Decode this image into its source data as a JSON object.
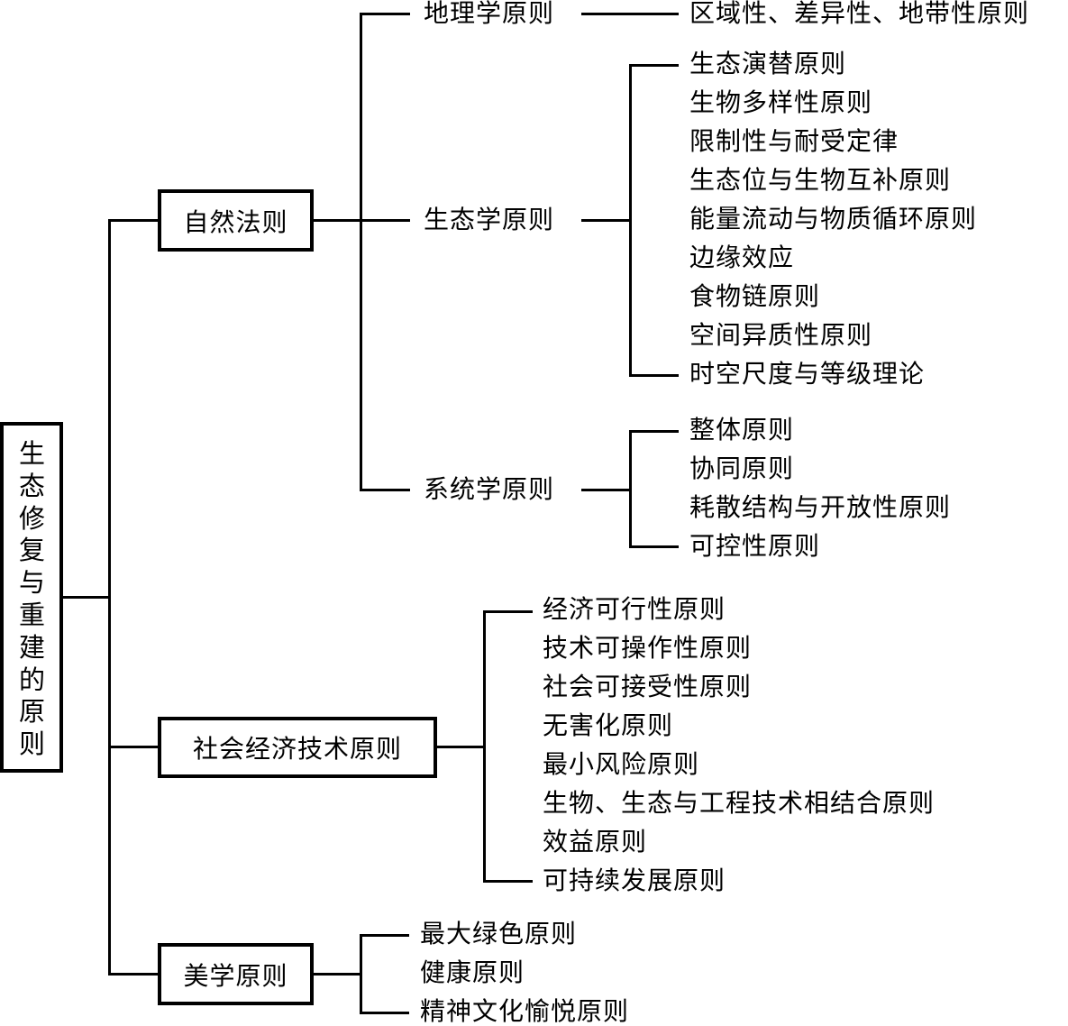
{
  "root": {
    "label": "生态修复与重建的原则"
  },
  "natural_law": {
    "label": "自然法则",
    "geography": {
      "label": "地理学原则",
      "detail": "区域性、差异性、地带性原则"
    },
    "ecology": {
      "label": "生态学原则",
      "items": [
        "生态演替原则",
        "生物多样性原则",
        "限制性与耐受定律",
        "生态位与生物互补原则",
        "能量流动与物质循环原则",
        "边缘效应",
        "食物链原则",
        "空间异质性原则",
        "时空尺度与等级理论"
      ]
    },
    "systems": {
      "label": "系统学原则",
      "items": [
        "整体原则",
        "协同原则",
        "耗散结构与开放性原则",
        "可控性原则"
      ]
    }
  },
  "socio_economic": {
    "label": "社会经济技术原则",
    "items": [
      "经济可行性原则",
      "技术可操作性原则",
      "社会可接受性原则",
      "无害化原则",
      "最小风险原则",
      "生物、生态与工程技术相结合原则",
      "效益原则",
      "可持续发展原则"
    ]
  },
  "aesthetic": {
    "label": "美学原则",
    "items": [
      "最大绿色原则",
      "健康原则",
      "精神文化愉悦原则"
    ]
  }
}
